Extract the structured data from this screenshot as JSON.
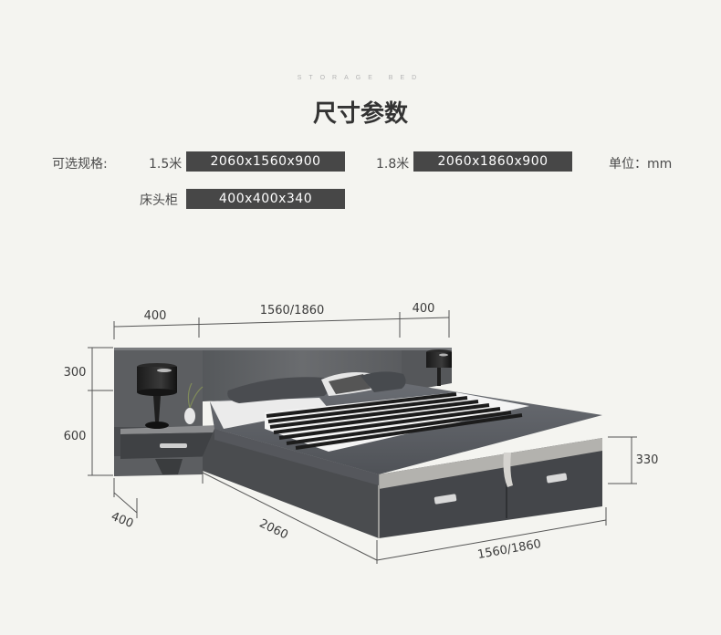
{
  "header": {
    "eyebrow": "STORAGE BED",
    "title": "尺寸参数"
  },
  "specs": {
    "label": "可选规格:",
    "size_a_label": "1.5米",
    "size_a_value": "2060x1560x900",
    "size_b_label": "1.8米",
    "size_b_value": "2060x1860x900",
    "unit": "单位：mm",
    "nightstand_label": "床头柜",
    "nightstand_value": "400x400x340"
  },
  "dimensions": {
    "left_width": "400",
    "bed_width": "1560/1860",
    "right_width": "400",
    "upper_height": "300",
    "lower_height": "600",
    "base_height": "330",
    "side_depth": "400",
    "bed_length": "2060",
    "front_width": "1560/1860"
  },
  "colors": {
    "pill_bg": "#474747",
    "headboard": "#5c5e61",
    "bed_base": "#4d4f52",
    "mattress": "#5a5d63",
    "accent_trim": "#b8b6b0"
  }
}
